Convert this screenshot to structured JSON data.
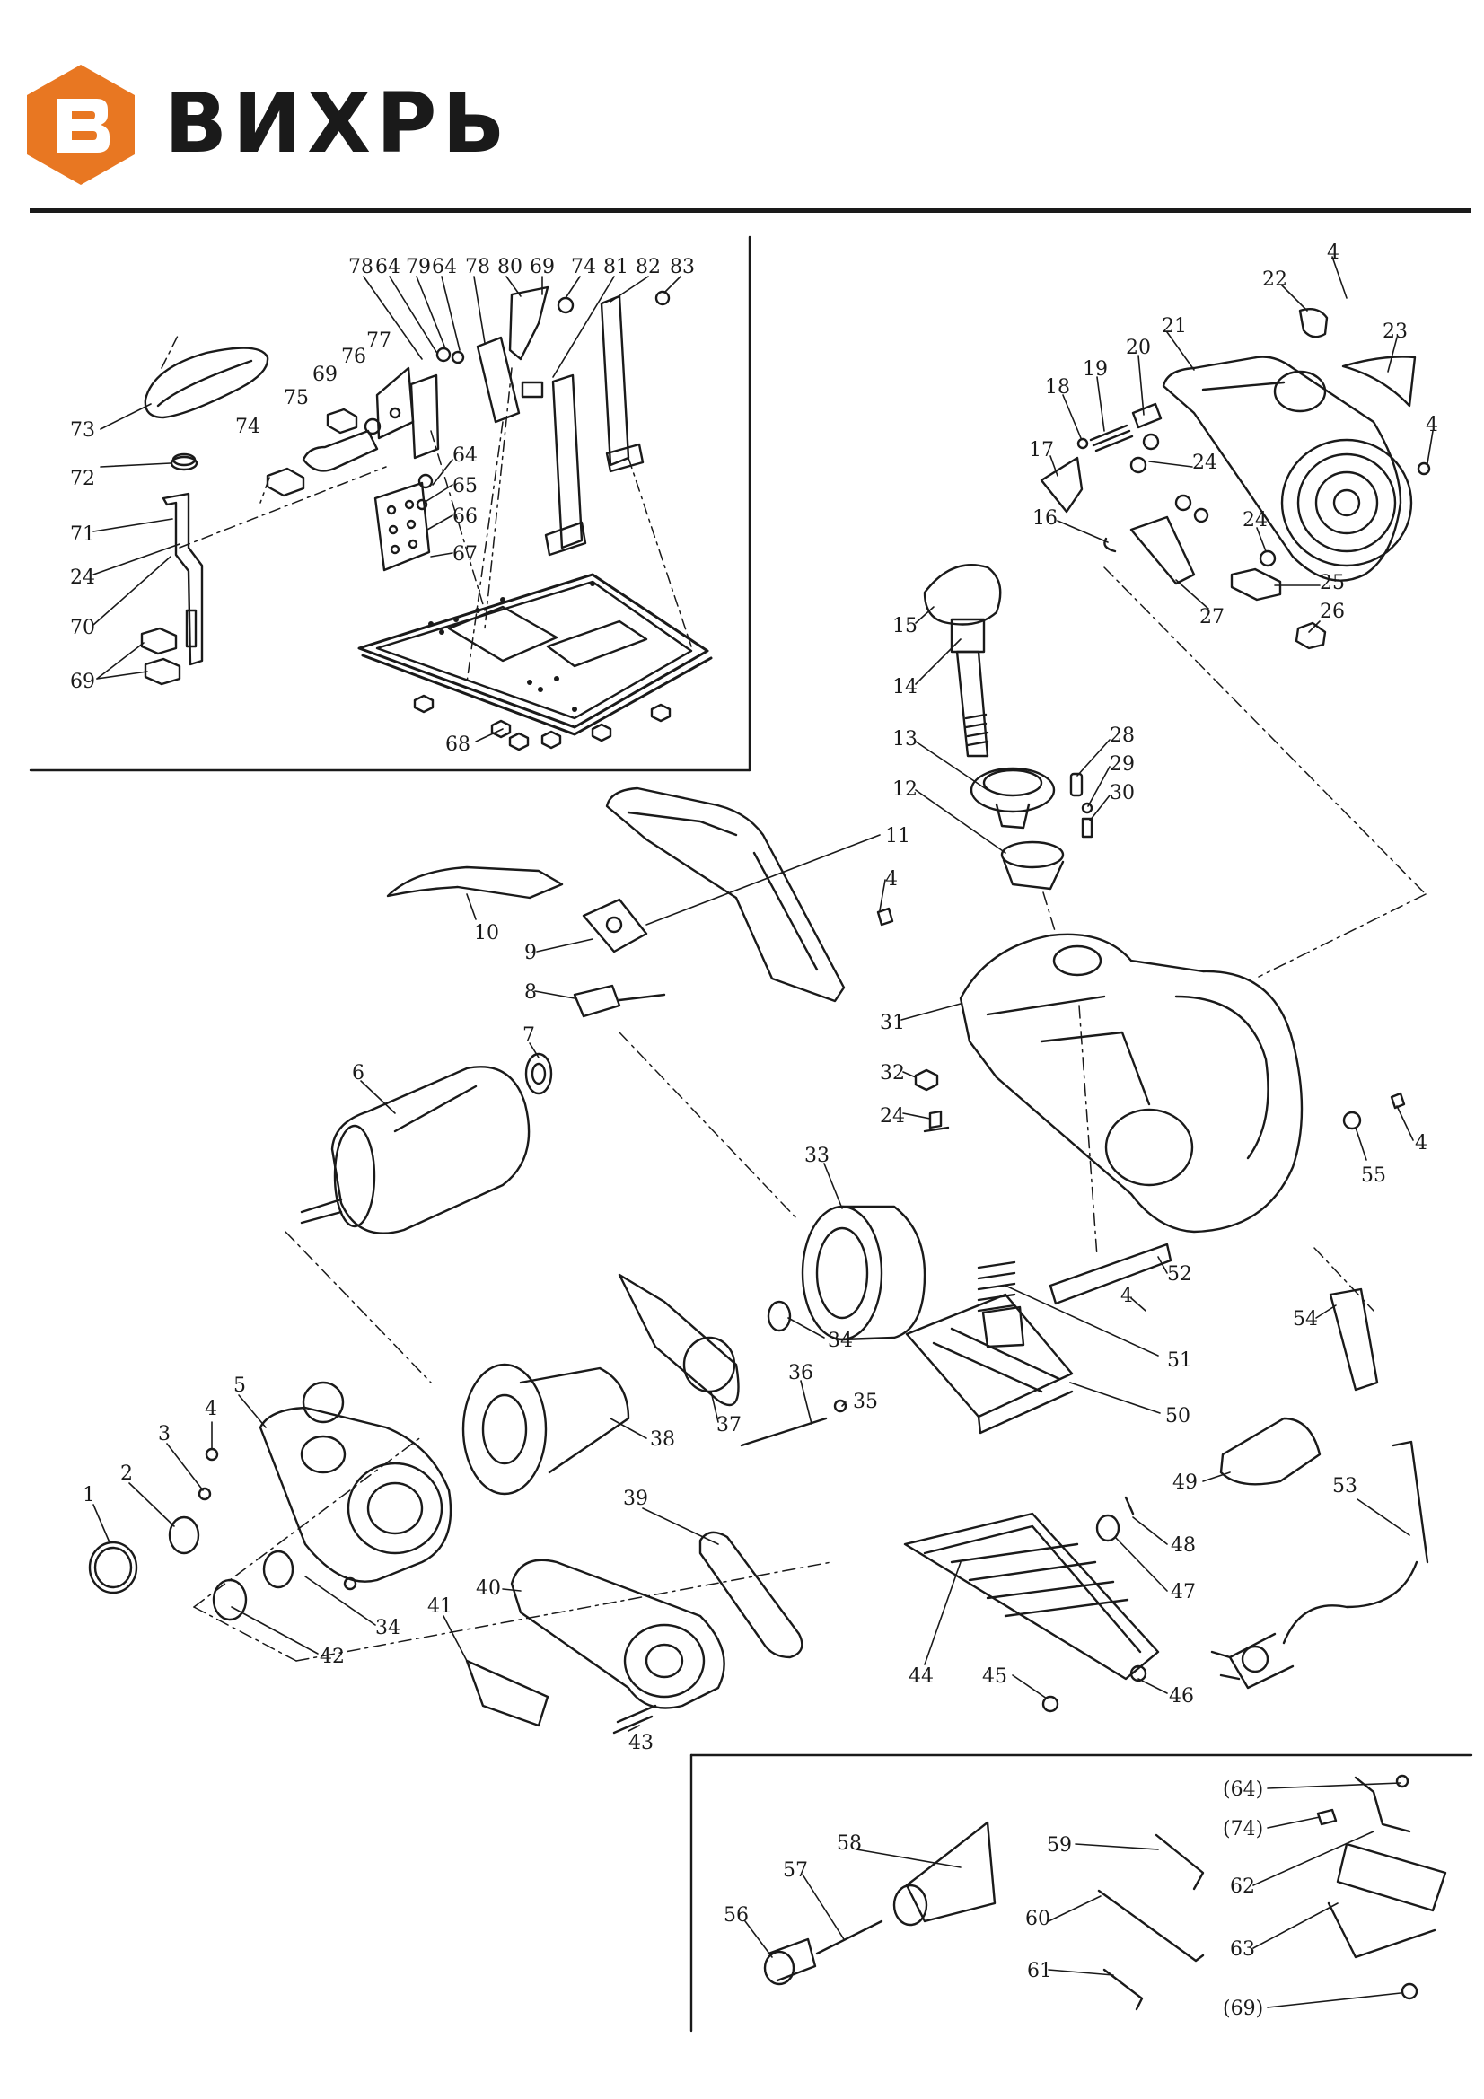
{
  "brand": {
    "name": "ВИХРЬ",
    "logo_letter": "В",
    "colors": {
      "accent": "#e87722",
      "ink": "#1a1a1a"
    }
  },
  "labels": [
    {
      "id": "l78a",
      "text": "78"
    },
    {
      "id": "l64a",
      "text": "64"
    },
    {
      "id": "l79",
      "text": "79"
    },
    {
      "id": "l64b",
      "text": "64"
    },
    {
      "id": "l78b",
      "text": "78"
    },
    {
      "id": "l80",
      "text": "80"
    },
    {
      "id": "l69a",
      "text": "69"
    },
    {
      "id": "l74a",
      "text": "74"
    },
    {
      "id": "l81",
      "text": "81"
    },
    {
      "id": "l82",
      "text": "82"
    },
    {
      "id": "l83",
      "text": "83"
    },
    {
      "id": "l73",
      "text": "73"
    },
    {
      "id": "l69b",
      "text": "69"
    },
    {
      "id": "l76",
      "text": "76"
    },
    {
      "id": "l77",
      "text": "77"
    },
    {
      "id": "l75",
      "text": "75"
    },
    {
      "id": "l74b",
      "text": "74"
    },
    {
      "id": "l72",
      "text": "72"
    },
    {
      "id": "l64c",
      "text": "64"
    },
    {
      "id": "l65",
      "text": "65"
    },
    {
      "id": "l66",
      "text": "66"
    },
    {
      "id": "l67",
      "text": "67"
    },
    {
      "id": "l71",
      "text": "71"
    },
    {
      "id": "l24a",
      "text": "24"
    },
    {
      "id": "l70",
      "text": "70"
    },
    {
      "id": "l69c",
      "text": "69"
    },
    {
      "id": "l68",
      "text": "68"
    },
    {
      "id": "l4a",
      "text": "4"
    },
    {
      "id": "l22",
      "text": "22"
    },
    {
      "id": "l21",
      "text": "21"
    },
    {
      "id": "l23",
      "text": "23"
    },
    {
      "id": "l20",
      "text": "20"
    },
    {
      "id": "l19",
      "text": "19"
    },
    {
      "id": "l18",
      "text": "18"
    },
    {
      "id": "l4b",
      "text": "4"
    },
    {
      "id": "l17",
      "text": "17"
    },
    {
      "id": "l24b",
      "text": "24"
    },
    {
      "id": "l16",
      "text": "16"
    },
    {
      "id": "l24c",
      "text": "24"
    },
    {
      "id": "l25",
      "text": "25"
    },
    {
      "id": "l27",
      "text": "27"
    },
    {
      "id": "l26",
      "text": "26"
    },
    {
      "id": "l15",
      "text": "15"
    },
    {
      "id": "l14",
      "text": "14"
    },
    {
      "id": "l13",
      "text": "13"
    },
    {
      "id": "l28",
      "text": "28"
    },
    {
      "id": "l29",
      "text": "29"
    },
    {
      "id": "l30",
      "text": "30"
    },
    {
      "id": "l12",
      "text": "12"
    },
    {
      "id": "l11",
      "text": "11"
    },
    {
      "id": "l4c",
      "text": "4"
    },
    {
      "id": "l10",
      "text": "10"
    },
    {
      "id": "l9",
      "text": "9"
    },
    {
      "id": "l8",
      "text": "8"
    },
    {
      "id": "l31",
      "text": "31"
    },
    {
      "id": "l7",
      "text": "7"
    },
    {
      "id": "l6",
      "text": "6"
    },
    {
      "id": "l32",
      "text": "32"
    },
    {
      "id": "l24d",
      "text": "24"
    },
    {
      "id": "l4d",
      "text": "4"
    },
    {
      "id": "l55",
      "text": "55"
    },
    {
      "id": "l33",
      "text": "33"
    },
    {
      "id": "l52",
      "text": "52"
    },
    {
      "id": "l4e",
      "text": "4"
    },
    {
      "id": "l51",
      "text": "51"
    },
    {
      "id": "l54",
      "text": "54"
    },
    {
      "id": "l34a",
      "text": "34"
    },
    {
      "id": "l36",
      "text": "36"
    },
    {
      "id": "l35",
      "text": "35"
    },
    {
      "id": "l37",
      "text": "37"
    },
    {
      "id": "l50",
      "text": "50"
    },
    {
      "id": "l5",
      "text": "5"
    },
    {
      "id": "l4f",
      "text": "4"
    },
    {
      "id": "l3",
      "text": "3"
    },
    {
      "id": "l38",
      "text": "38"
    },
    {
      "id": "l2",
      "text": "2"
    },
    {
      "id": "l1",
      "text": "1"
    },
    {
      "id": "l49",
      "text": "49"
    },
    {
      "id": "l53",
      "text": "53"
    },
    {
      "id": "l39",
      "text": "39"
    },
    {
      "id": "l48",
      "text": "48"
    },
    {
      "id": "l47",
      "text": "47"
    },
    {
      "id": "l40",
      "text": "40"
    },
    {
      "id": "l34b",
      "text": "34"
    },
    {
      "id": "l42",
      "text": "42"
    },
    {
      "id": "l41",
      "text": "41"
    },
    {
      "id": "l44",
      "text": "44"
    },
    {
      "id": "l45",
      "text": "45"
    },
    {
      "id": "l46",
      "text": "46"
    },
    {
      "id": "l43",
      "text": "43"
    },
    {
      "id": "lp64",
      "text": "(64)"
    },
    {
      "id": "lp74",
      "text": "(74)"
    },
    {
      "id": "l62",
      "text": "62"
    },
    {
      "id": "l58",
      "text": "58"
    },
    {
      "id": "l59",
      "text": "59"
    },
    {
      "id": "l57",
      "text": "57"
    },
    {
      "id": "l60",
      "text": "60"
    },
    {
      "id": "l56",
      "text": "56"
    },
    {
      "id": "l63",
      "text": "63"
    },
    {
      "id": "l61",
      "text": "61"
    },
    {
      "id": "lp69",
      "text": "(69)"
    }
  ]
}
